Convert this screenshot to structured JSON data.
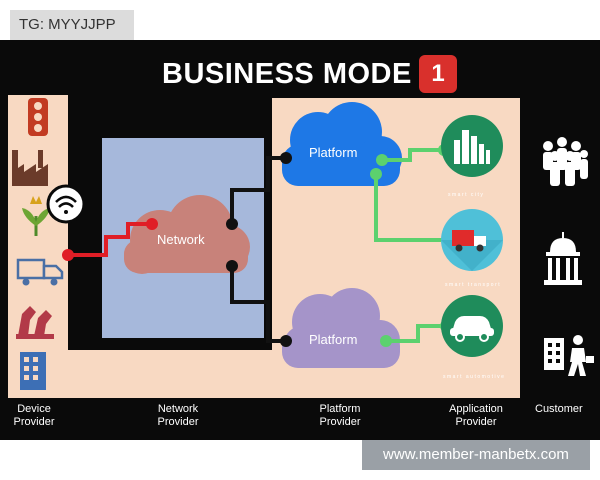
{
  "top_tag": "TG: MYYJJPP",
  "watermark": "www.member-manbetx.com",
  "title": "BUSINESS MODE",
  "badge": "1",
  "clouds": {
    "network": "Network",
    "platform_top": "Platform",
    "platform_bottom": "Platform"
  },
  "app_captions": {
    "city": "smart city",
    "transport": "smart transport",
    "auto": "smart automotive"
  },
  "categories": {
    "device": "Device\nProvider",
    "network": "Network\nProvider",
    "platform": "Platform\nProvider",
    "application": "Application\nProvider",
    "customer": "Customer"
  },
  "colors": {
    "panel": "#0a0a0a",
    "peach": "#f8d9c2",
    "network_box": "#a6b8db",
    "network_cloud": "#c8827a",
    "platform_cloud_top": "#1e78e6",
    "platform_cloud_bottom": "#a594c9",
    "app_circle": "#1f8c5b",
    "connector_red": "#e01e26",
    "connector_green": "#5cd16e",
    "badge": "#d9302c"
  },
  "icons": {
    "device": [
      "traffic-light-icon",
      "factory-icon",
      "plant-icon",
      "wifi-icon",
      "truck-icon",
      "robot-arm-icon",
      "building-icon"
    ],
    "application": [
      "city-skyline-icon",
      "transport-truck-icon",
      "car-icon"
    ],
    "customer": [
      "crowd-icon",
      "government-building-icon",
      "business-person-icon"
    ]
  }
}
